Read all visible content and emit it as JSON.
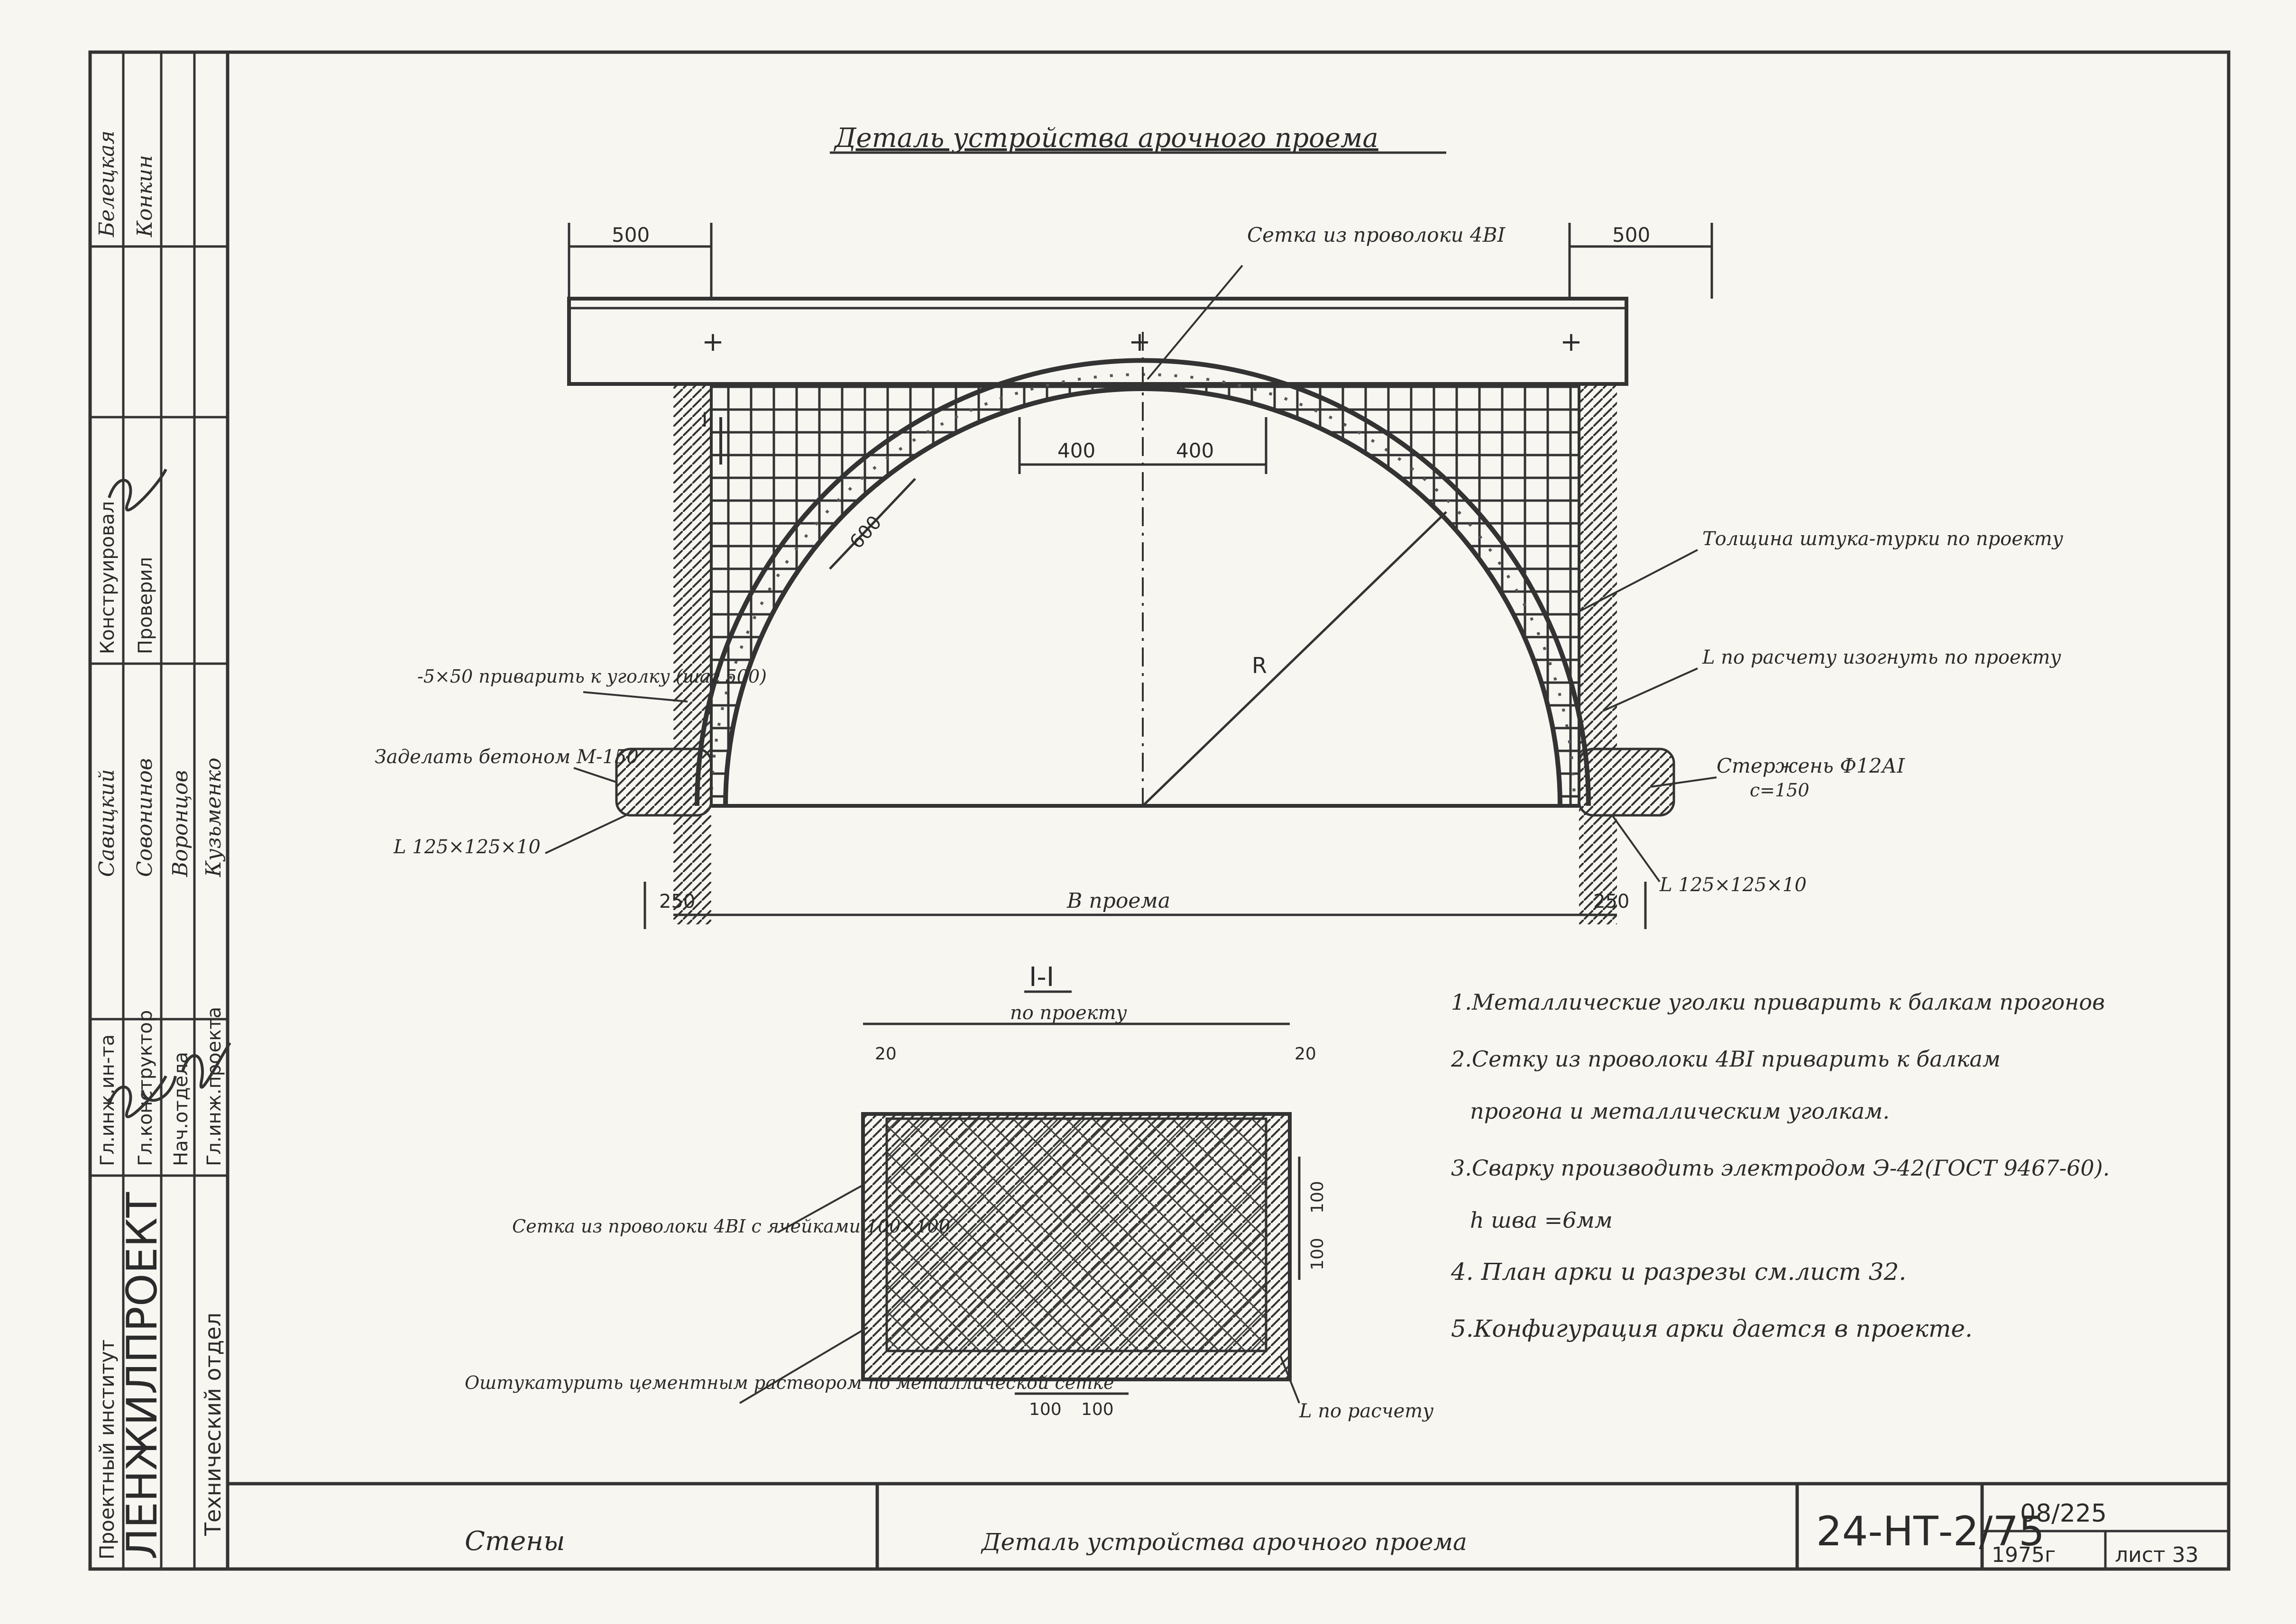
{
  "title": "Деталь устройства арочного проема",
  "side_stamp": {
    "institute_line1": "Проектный институт",
    "institute_line2": "ЛЕНЖИЛПРОЕКТ",
    "department": "Технический отдел",
    "roles": [
      "Гл.инж.ин-та",
      "Гл.конструктор",
      "Нач.отдела",
      "Гл.инж.проекта"
    ],
    "roles_names": [
      "Савицкий",
      "Совонинов",
      "Воронцов",
      "Кузьменко"
    ],
    "roles2": [
      "Конструировал",
      "Проверил"
    ],
    "roles2_names": [
      "Белецкая",
      "Конкин"
    ]
  },
  "drawing": {
    "dim_left_top": "500",
    "dim_right_top": "500",
    "dim_400_left": "400",
    "dim_400_right": "400",
    "dim_600": "600",
    "radius_label": "R",
    "dim_250_left": "250",
    "dim_250_right": "250",
    "span_label": "В проема",
    "section_mark": "I",
    "label_mesh_top": "Сетка из проволоки 4ВI",
    "label_thickness": "Толщина штука-турки по проекту",
    "label_angle_calc": "L по расчету изогнуть по проекту",
    "label_strip": "-5×50 приварить к уголку (шаг 500)",
    "label_concrete": "Заделать бетоном М-150",
    "label_angle_left": "L 125×125×10",
    "label_rod": "Стержень Ф12АI",
    "label_rod_step": "с=150",
    "label_angle_right": "L 125×125×10"
  },
  "section": {
    "title": "I-I",
    "subtitle": "по проекту",
    "dim_20_left": "20",
    "dim_20_right": "20",
    "dim_100_a": "100",
    "dim_100_b": "100",
    "dim_100_c": "100",
    "dim_100_d": "100",
    "label_mesh": "Сетка из проволоки 4ВI с ячейками 100×100",
    "label_plaster": "Оштукатурить цементным раствором по металлической сетке",
    "label_angle": "L по расчету"
  },
  "notes": [
    "1.Металлические уголки приварить к балкам прогонов",
    "2.Сетку из проволоки 4ВI приварить к балкам",
    "прогона и металлическим уголкам.",
    "3.Сварку производить электродом Э-42(ГОСТ 9467-60).",
    "h шва =6мм",
    "4. План арки и разрезы см.лист 32.",
    "5.Конфигурация арки дается в проекте."
  ],
  "title_block": {
    "section": "Стены",
    "name": "Деталь устройства арочного проема",
    "code": "24-НТ-2/75",
    "ref": "08/225",
    "year": "1975г",
    "sheet": "лист 33"
  }
}
